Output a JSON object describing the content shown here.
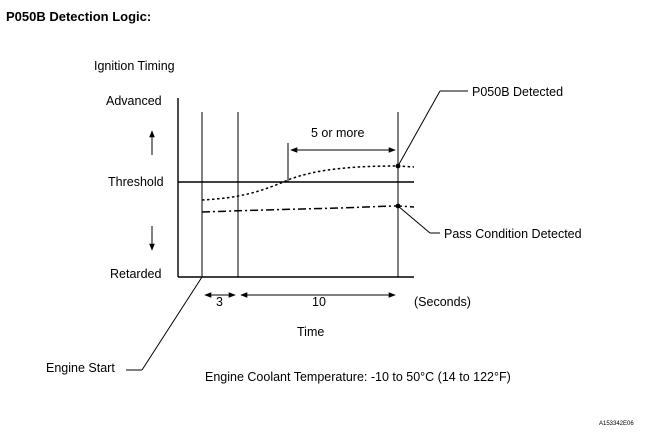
{
  "title": "P050B Detection Logic:",
  "y_axis": {
    "label": "Ignition Timing",
    "top": "Advanced",
    "middle": "Threshold",
    "bottom": "Retarded"
  },
  "annotations": {
    "detected": "P050B Detected",
    "pass": "Pass Condition Detected",
    "min_duration": "5 or more",
    "engine_start": "Engine Start"
  },
  "x_axis": {
    "segment_1": "3",
    "segment_2": "10",
    "unit": "(Seconds)",
    "label": "Time"
  },
  "condition": "Engine Coolant Temperature: -10 to 50°C (14 to 122°F)",
  "figure_code": "A153342E06"
}
